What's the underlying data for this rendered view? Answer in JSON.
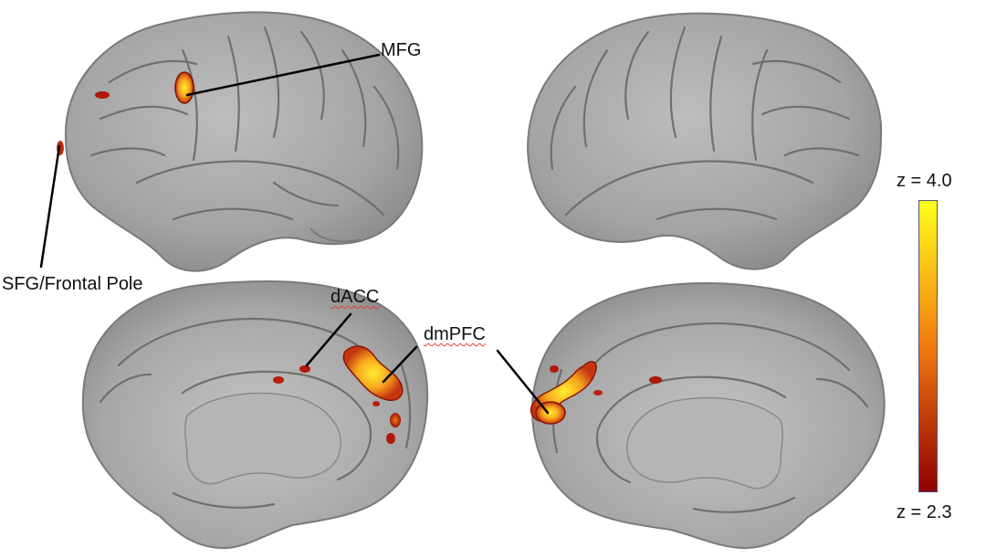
{
  "labels": {
    "mfg": "MFG",
    "sfg": "SFG/Frontal Pole",
    "dacc": "dACC",
    "dmpfc": "dmPFC"
  },
  "colorbar": {
    "max_label": "z = 4.0",
    "min_label": "z = 2.3",
    "max_value": 4.0,
    "min_value": 2.3,
    "top_color": "#ffff19",
    "mid_color": "#f07a10",
    "bottom_color": "#8e0000"
  },
  "colors": {
    "cortex": "#9b9b9b",
    "cortex_light": "#bdbdbd",
    "sulcus": "#6f6f6f",
    "activation_low": "#b01808",
    "activation_mid": "#f07a10",
    "activation_high": "#ffee30"
  }
}
